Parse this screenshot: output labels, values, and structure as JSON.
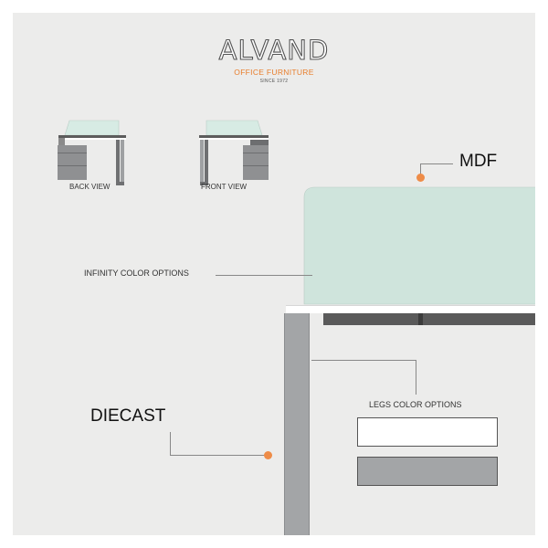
{
  "brand": {
    "name": "ALVAND",
    "tagline": "OFFICE FURNITURE",
    "since": "SINCE 1972",
    "accent_color": "#e87d2b"
  },
  "views": {
    "back_label": "BACK VIEW",
    "front_label": "FRONT VIEW"
  },
  "callouts": {
    "mdf": "MDF",
    "infinity": "INFINITY COLOR OPTIONS",
    "legs": "LEGS COLOR OPTIONS",
    "diecast": "DIECAST"
  },
  "colors": {
    "panel": "#cfe4dc",
    "leg": "#a3a5a7",
    "swatch_white": "#ffffff",
    "swatch_grey": "#a3a5a7",
    "dot": "#ee8c48"
  }
}
